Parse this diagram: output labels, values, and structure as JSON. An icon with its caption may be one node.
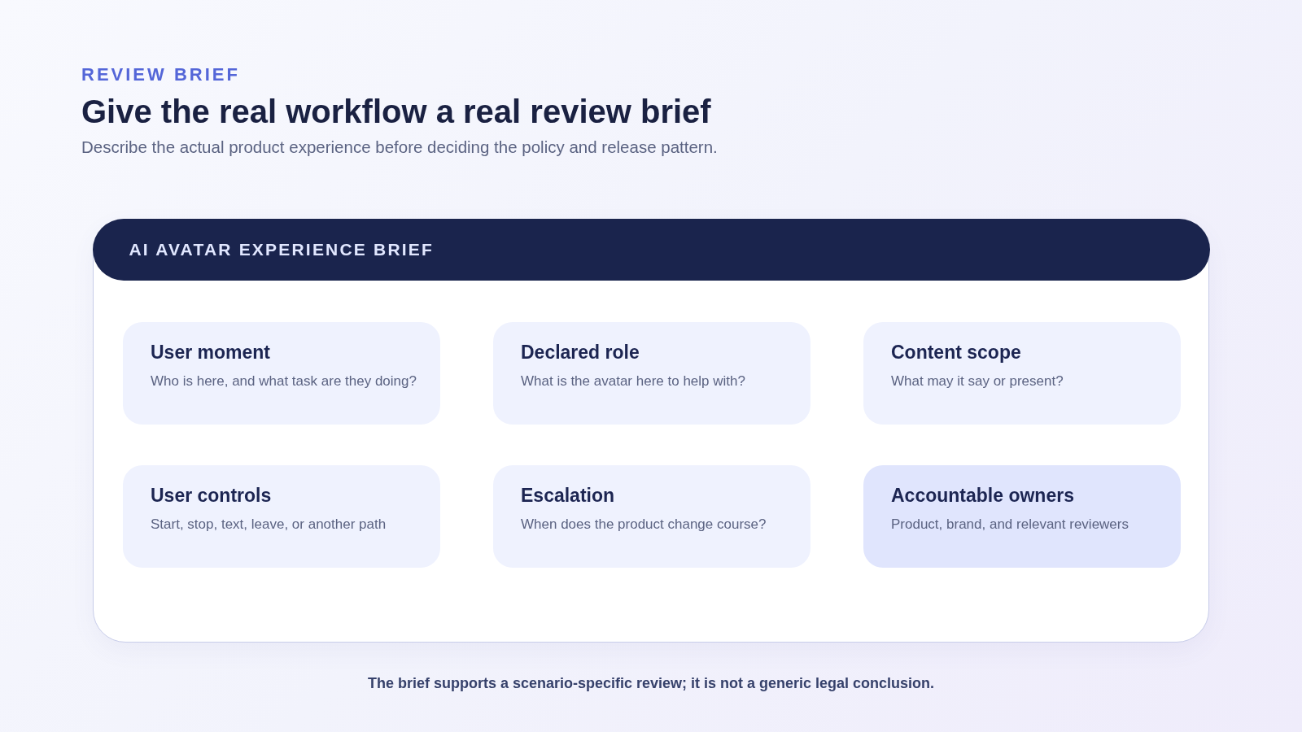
{
  "diagram": {
    "title": "Give the real workflow a real review brief",
    "labels": [
      "REVIEW BRIEF",
      "Describe the actual product experience before deciding the policy and release pattern."
    ],
    "nodes": [
      {
        "text": [
          "AI AVATAR EXPERIENCE BRIEF"
        ]
      },
      {
        "text": [
          "User moment",
          "Who is here, and what task are they doing?"
        ],
        "in": 0
      },
      {
        "text": [
          "Declared role",
          "What is the avatar here to help with?"
        ],
        "in": 0
      },
      {
        "text": [
          "Content scope",
          "What may it say or present?"
        ],
        "in": 0
      },
      {
        "text": [
          "User controls",
          "Start, stop, text, leave, or another path"
        ],
        "in": 0
      },
      {
        "text": [
          "Escalation",
          "When does the product change course?"
        ],
        "in": 0
      },
      {
        "text": [
          "Accountable owners",
          "Product, brand, and relevant reviewers"
        ],
        "in": 0
      }
    ],
    "caption": "The brief supports a scenario-specific review; it is not a generic legal conclusion."
  }
}
